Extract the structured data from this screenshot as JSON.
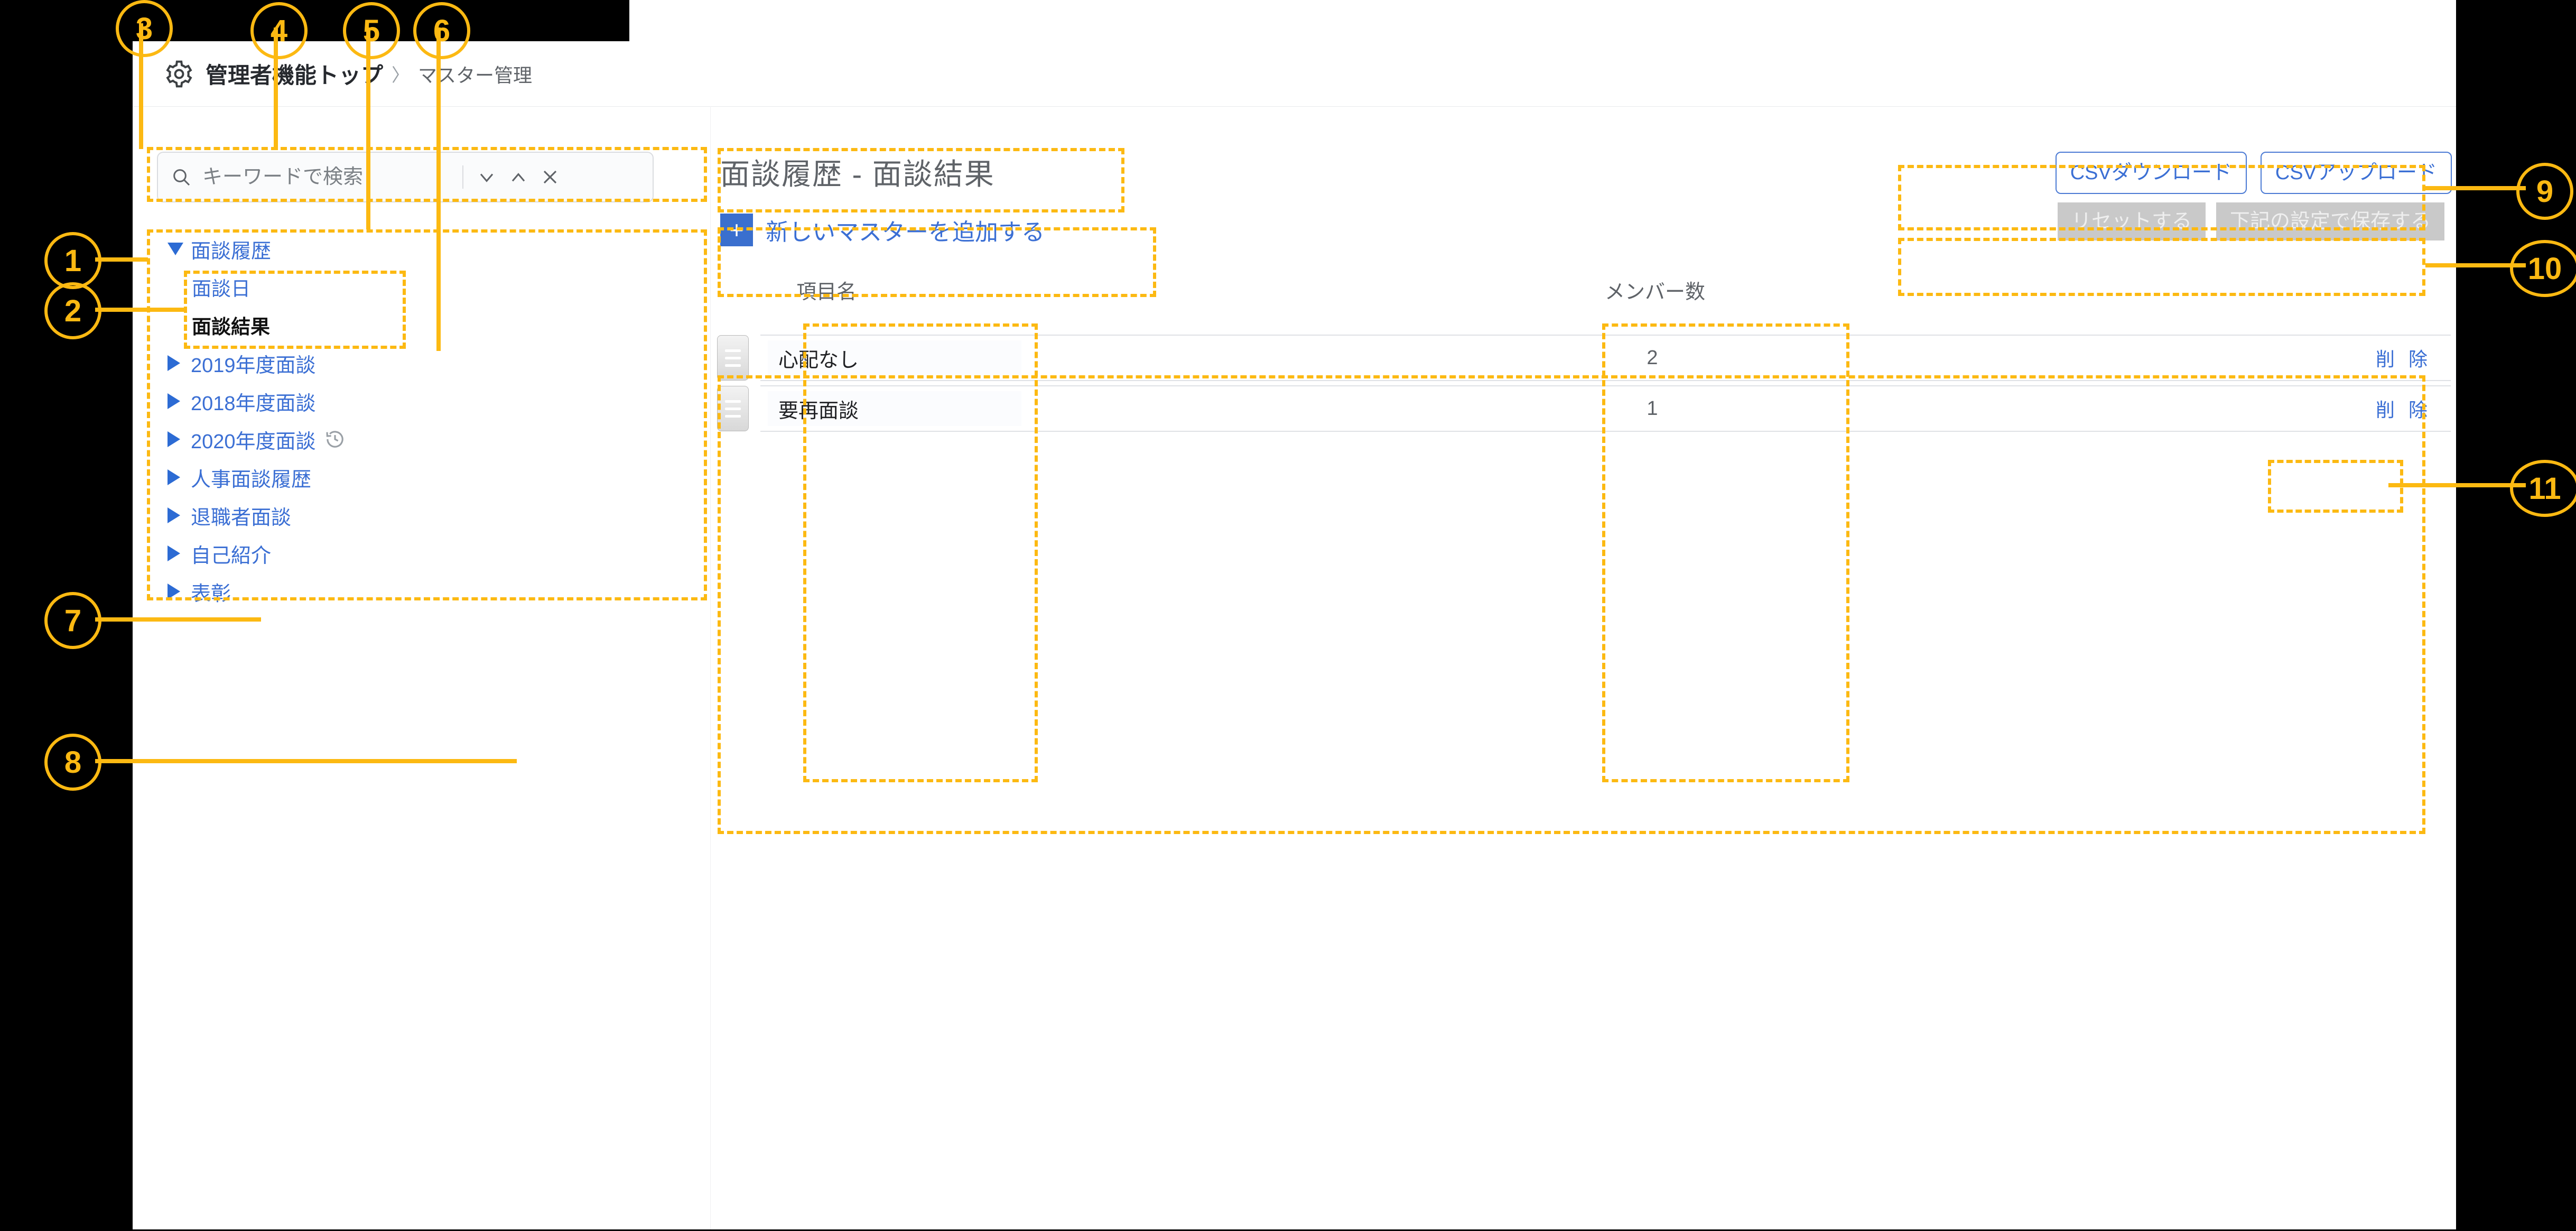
{
  "breadcrumb": {
    "gear_icon": "gear-icon",
    "root": "管理者機能トップ",
    "separator": "〉",
    "current": "マスター管理"
  },
  "sidebar": {
    "search": {
      "icon": "search-icon",
      "placeholder": "キーワードで検索",
      "value": "",
      "next_icon": "chevron-down-icon",
      "prev_icon": "chevron-up-icon",
      "clear_icon": "close-icon"
    },
    "tree": [
      {
        "label": "面談履歴",
        "level": 0,
        "expanded": true,
        "selected": false,
        "has_history": false
      },
      {
        "label": "面談日",
        "level": 1,
        "expanded": false,
        "selected": false,
        "has_history": false
      },
      {
        "label": "面談結果",
        "level": 1,
        "expanded": false,
        "selected": true,
        "has_history": false
      },
      {
        "label": "2019年度面談",
        "level": 0,
        "expanded": false,
        "selected": false,
        "has_history": false
      },
      {
        "label": "2018年度面談",
        "level": 0,
        "expanded": false,
        "selected": false,
        "has_history": false
      },
      {
        "label": "2020年度面談",
        "level": 0,
        "expanded": false,
        "selected": false,
        "has_history": true
      },
      {
        "label": "人事面談履歴",
        "level": 0,
        "expanded": false,
        "selected": false,
        "has_history": false
      },
      {
        "label": "退職者面談",
        "level": 0,
        "expanded": false,
        "selected": false,
        "has_history": false
      },
      {
        "label": "自己紹介",
        "level": 0,
        "expanded": false,
        "selected": false,
        "has_history": false
      },
      {
        "label": "表彰",
        "level": 0,
        "expanded": false,
        "selected": false,
        "has_history": false
      }
    ]
  },
  "main": {
    "title": "面談履歴 - 面談結果",
    "add_master": {
      "icon": "plus-icon",
      "label": "新しいマスターを追加する"
    },
    "top_actions": [
      {
        "label": "CSVダウンロード",
        "style": "outline"
      },
      {
        "label": "CSVアップロード",
        "style": "outline"
      }
    ],
    "secondary_actions": [
      {
        "label": "リセットする",
        "style": "disabled"
      },
      {
        "label": "下記の設定で保存する",
        "style": "disabled"
      }
    ],
    "table": {
      "columns": [
        "項目名",
        "メンバー数"
      ],
      "delete_label": "削 除",
      "drag_icon": "drag-handle-icon",
      "rows": [
        {
          "name": "心配なし",
          "member_count": "2"
        },
        {
          "name": "要再面談",
          "member_count": "1"
        }
      ]
    }
  },
  "callouts": [
    {
      "n": "1"
    },
    {
      "n": "2"
    },
    {
      "n": "3"
    },
    {
      "n": "4"
    },
    {
      "n": "5"
    },
    {
      "n": "6"
    },
    {
      "n": "7"
    },
    {
      "n": "8"
    },
    {
      "n": "9"
    },
    {
      "n": "10"
    },
    {
      "n": "11"
    }
  ],
  "colors": {
    "annotation": "#fcb912",
    "link_blue": "#3b6fd4",
    "accent_blue": "#3a6fce",
    "disabled_gray": "#c9c9c9",
    "page_bg": "#ffffff",
    "outside_bg": "#000000"
  }
}
